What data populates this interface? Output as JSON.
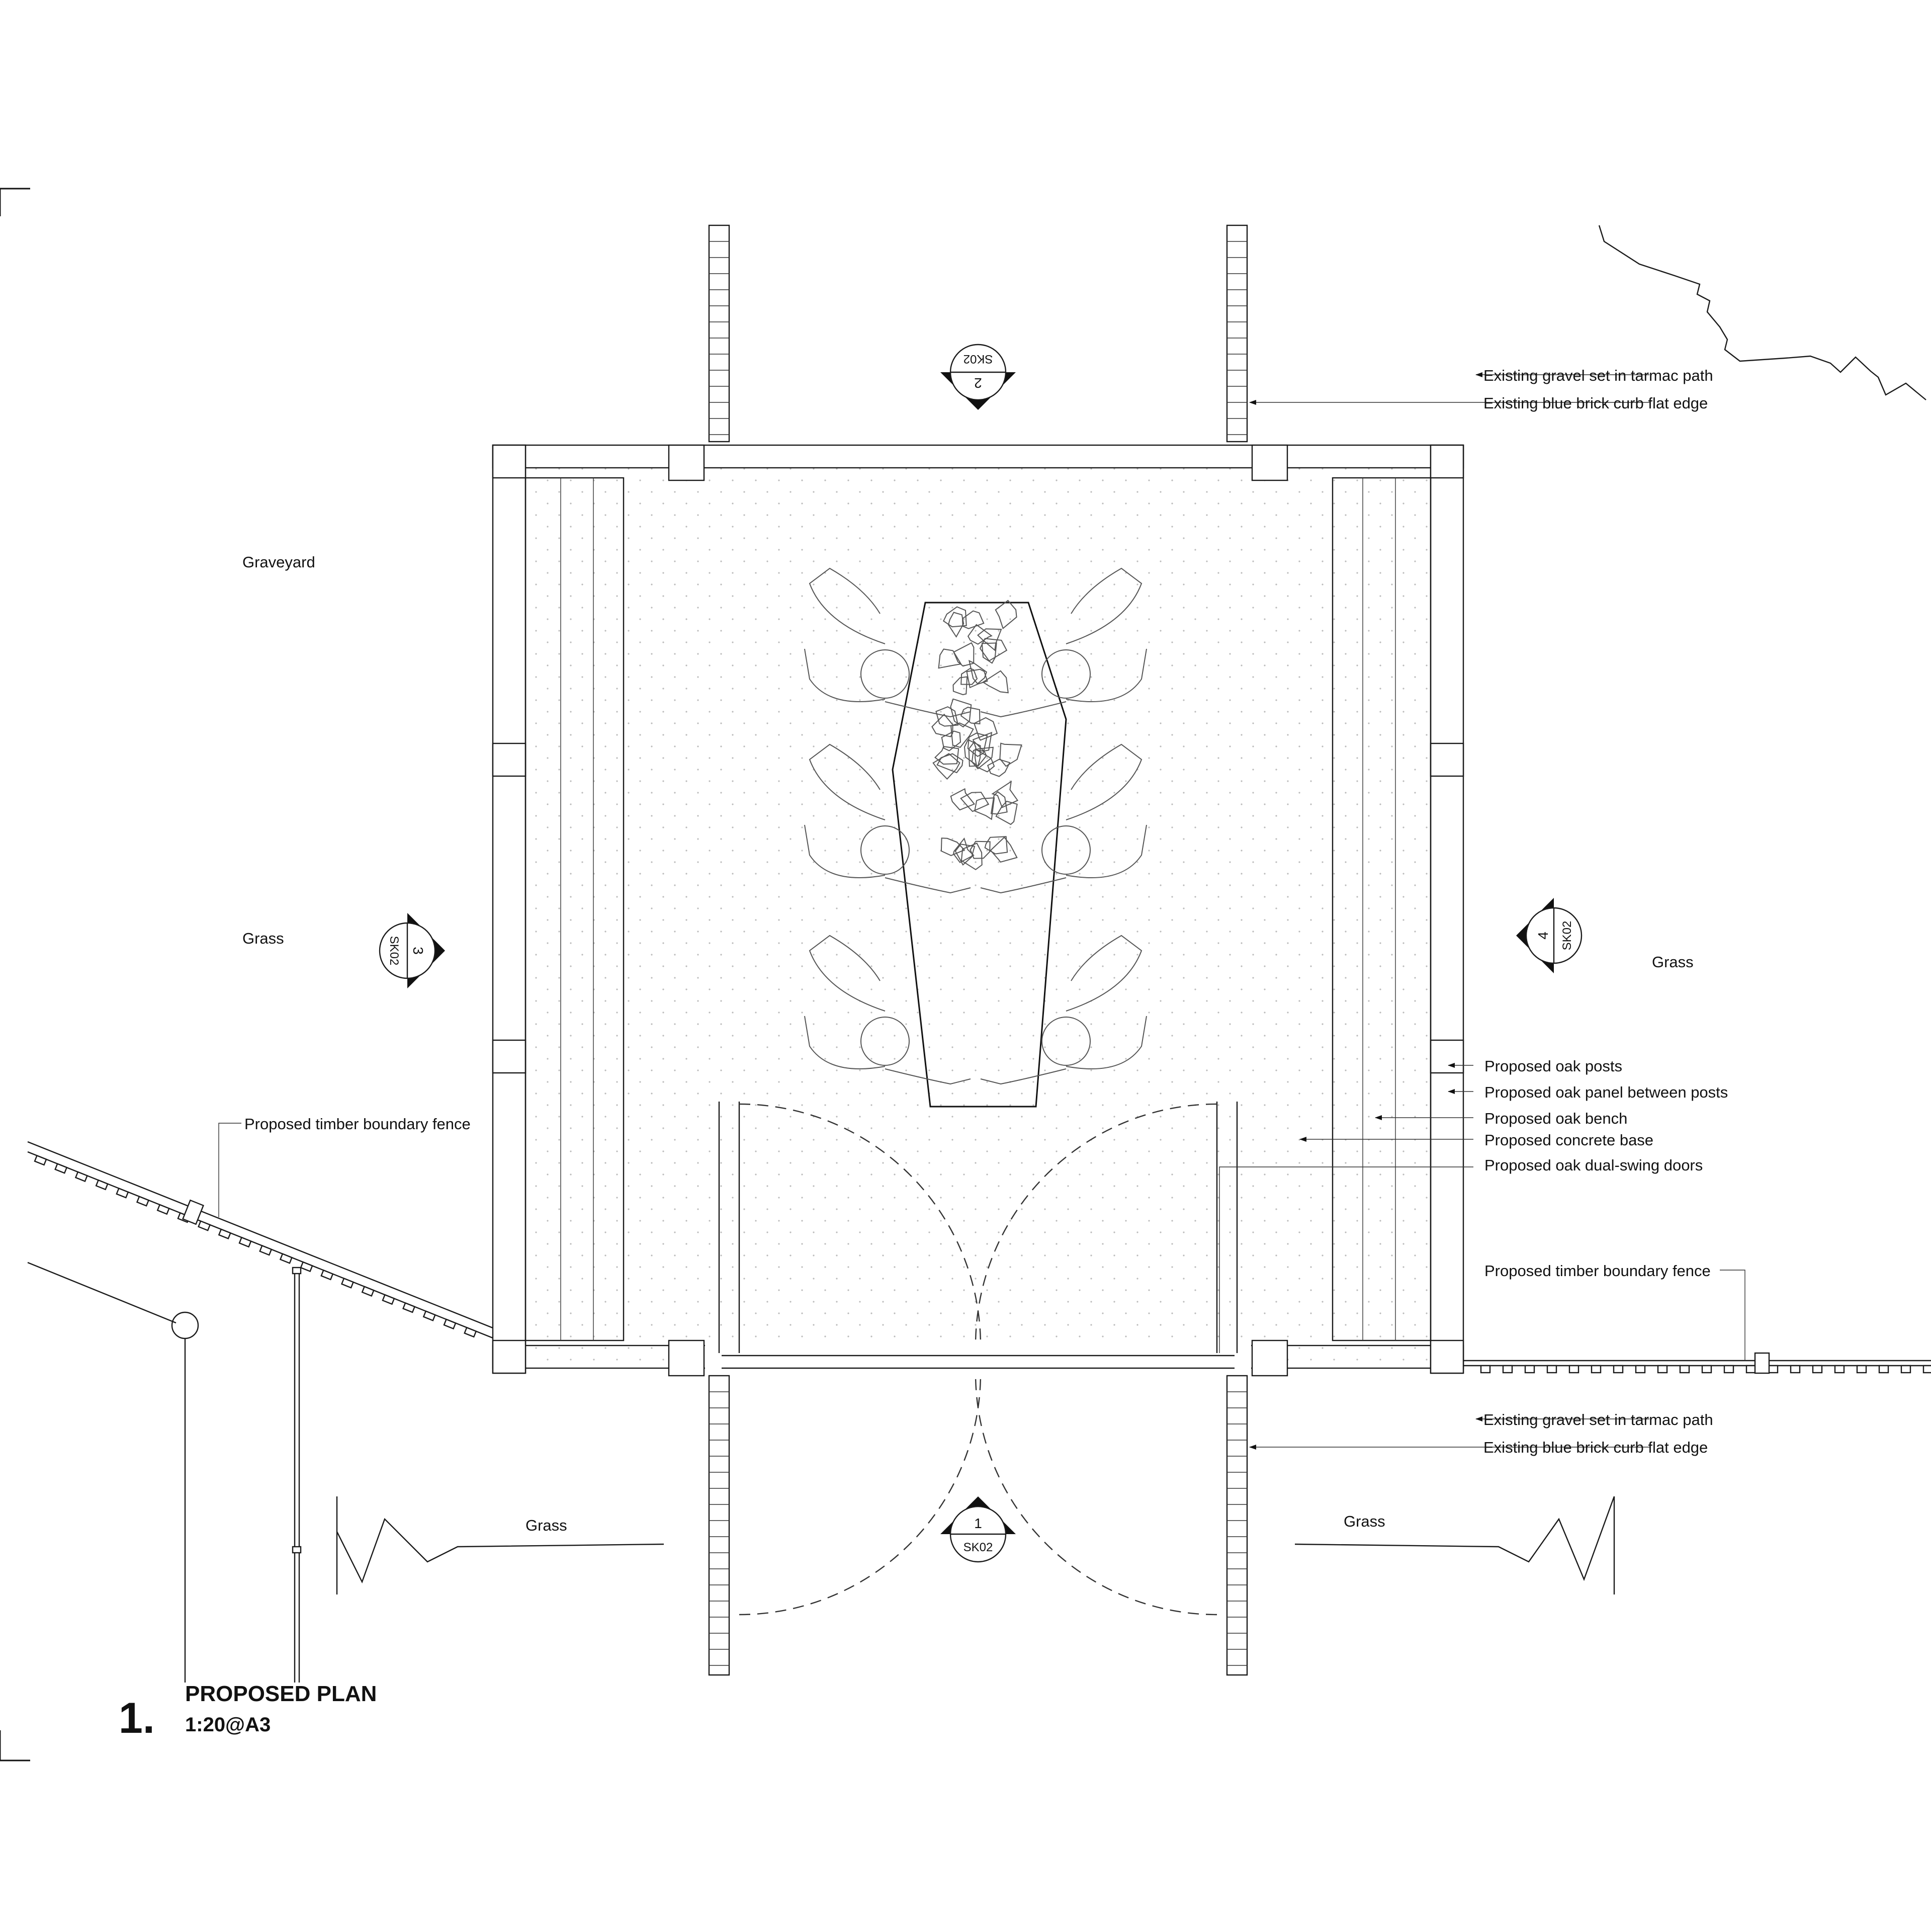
{
  "drawing": {
    "number": "1.",
    "title": "PROPOSED PLAN",
    "scale": "1:20@A3"
  },
  "area_labels": {
    "graveyard": "Graveyard",
    "grass_left": "Grass",
    "grass_right": "Grass",
    "grass_bottom_left": "Grass",
    "grass_bottom_right": "Grass"
  },
  "annotations": {
    "top_path": "Existing gravel set in tarmac path",
    "top_curb": "Existing blue brick curb flat edge",
    "oak_posts": "Proposed oak posts",
    "oak_panel": "Proposed oak panel between posts",
    "oak_bench": "Proposed oak bench",
    "concrete_base": "Proposed concrete base",
    "dual_swing_doors": "Proposed oak dual-swing doors",
    "fence_left": "Proposed timber boundary fence",
    "fence_right": "Proposed timber boundary fence",
    "bottom_path": "Existing gravel set in tarmac path",
    "bottom_curb": "Existing blue brick curb flat edge"
  },
  "section_markers": {
    "top": {
      "number": "2",
      "sheet": "SK02"
    },
    "left": {
      "number": "3",
      "sheet": "SK02"
    },
    "right": {
      "number": "4",
      "sheet": "SK02"
    },
    "bottom": {
      "number": "1",
      "sheet": "SK02"
    }
  }
}
